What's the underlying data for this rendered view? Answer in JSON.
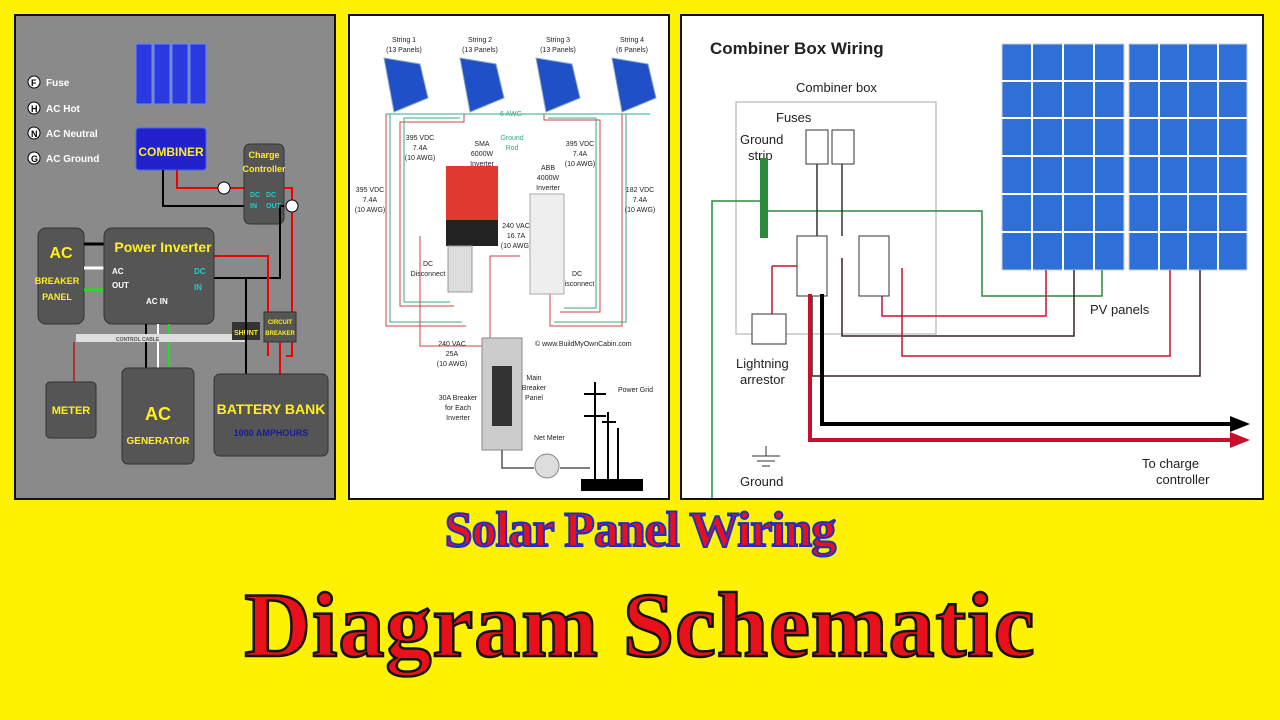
{
  "left_diagram": {
    "legend": [
      {
        "sym": "F",
        "label": "Fuse"
      },
      {
        "sym": "H",
        "label": "AC Hot"
      },
      {
        "sym": "N",
        "label": "AC Neutral"
      },
      {
        "sym": "G",
        "label": "AC Ground"
      }
    ],
    "combiner": "COMBINER",
    "charge_controller": [
      "Charge",
      "Controller"
    ],
    "dc_in": [
      "DC",
      "IN"
    ],
    "dc_out": [
      "DC",
      "OUT"
    ],
    "ac_breaker": [
      "AC",
      "BREAKER",
      "PANEL"
    ],
    "inverter": "Power Inverter",
    "ac_out": [
      "AC",
      "OUT"
    ],
    "ac_in": "AC IN",
    "inv_dc_in": [
      "DC",
      "IN"
    ],
    "shunt": "SHUNT",
    "circuit_breaker": [
      "CIRCUIT",
      "BREAKER"
    ],
    "control_cable": "CONTROL CABLE",
    "meter": "METER",
    "generator": [
      "AC",
      "GENERATOR"
    ],
    "battery": "BATTERY BANK",
    "battery_capacity": "1000 AMPHOURS",
    "colors": {
      "bg": "#8a8a8a",
      "box": "#555555",
      "label": "#ffee22",
      "accent": "#22cccc",
      "combiner": "#2222cc"
    }
  },
  "middle_diagram": {
    "strings": [
      {
        "name": "String 1",
        "panels": "(13 Panels)"
      },
      {
        "name": "String 2",
        "panels": "(13 Panels)"
      },
      {
        "name": "String 3",
        "panels": "(13 Panels)"
      },
      {
        "name": "String 4",
        "panels": "(6 Panels)"
      }
    ],
    "ground_wire": "6 AWG",
    "ground_rod": [
      "Ground",
      "Rod"
    ],
    "wire_left_outer": [
      "395 VDC",
      "7.4A",
      "(10 AWG)"
    ],
    "wire_left_inner": [
      "395 VDC",
      "7.4A",
      "(10 AWG)"
    ],
    "wire_right_inner": [
      "395 VDC",
      "7.4A",
      "(10 AWG)"
    ],
    "wire_right_outer": [
      "182 VDC",
      "7.4A",
      "(10 AWG)"
    ],
    "sma": [
      "SMA",
      "6000W",
      "Inverter"
    ],
    "abb": [
      "ABB",
      "4000W",
      "Inverter"
    ],
    "ac_abb": [
      "240 VAC",
      "16.7A",
      "(10 AWG)"
    ],
    "dc_disconnect": [
      "DC",
      "Disconnect"
    ],
    "ac_main": [
      "240 VAC",
      "25A",
      "(10 AWG)"
    ],
    "breaker_note": [
      "30A Breaker",
      "for Each",
      "Inverter"
    ],
    "main_panel": [
      "Main",
      "Breaker",
      "Panel"
    ],
    "copyright": "© www.BuildMyOwnCabin.com",
    "power_grid": "Power Grid",
    "net_meter": "Net Meter"
  },
  "right_diagram": {
    "title": "Combiner Box Wiring",
    "combiner_box": "Combiner box",
    "fuses": "Fuses",
    "ground_strip": [
      "Ground",
      "strip"
    ],
    "lightning": [
      "Lightning",
      "arrestor"
    ],
    "ground": "Ground",
    "pv_panels": "PV panels",
    "to_charge": [
      "To charge",
      "controller"
    ],
    "colors": {
      "panel": "#2f6fd8",
      "wire_red": "#c8102e",
      "wire_green": "#2a8a3a"
    }
  },
  "title": {
    "line1": "Solar Panel Wiring",
    "line2": "Diagram Schematic"
  }
}
